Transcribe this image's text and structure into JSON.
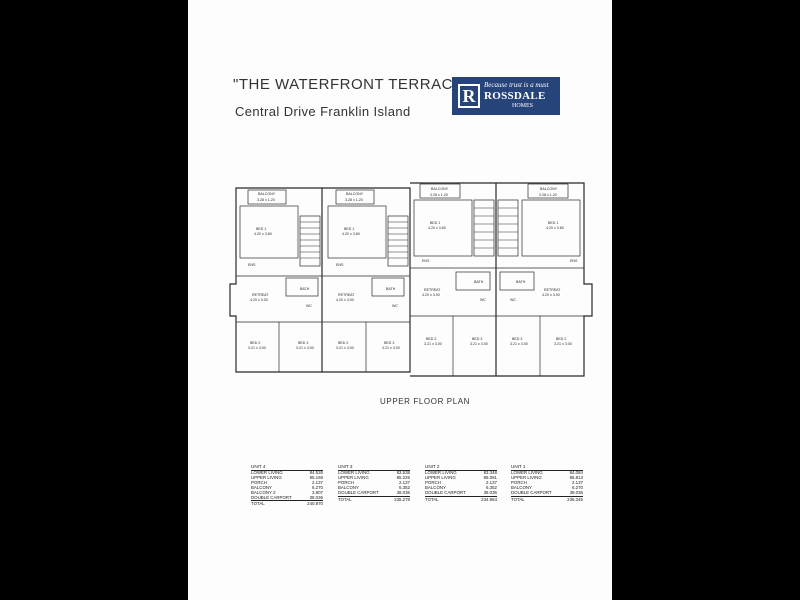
{
  "header": {
    "title": "\"THE WATERFRONT TERRACES\"",
    "subtitle": "Central Drive Franklin Island"
  },
  "logo": {
    "monogram": "R",
    "tagline": "Because trust is a must",
    "brand": "ROSSDALE",
    "sub": "HOMES"
  },
  "plan": {
    "title": "UPPER FLOOR PLAN",
    "rooms": {
      "balcony": "BALCONY",
      "balcony_size": "3.28 x 1.20",
      "bed1": "BED 1",
      "bed1_size": "4.20 x 3.60",
      "bed2": "BED 2",
      "bed2_size": "3.21 x 3.00",
      "bed3": "BED 3",
      "bed3_size": "3.21 x 3.00",
      "bath": "BATH",
      "retreat": "RETREAT",
      "retreat_size": "4.20 x 3.00",
      "wc": "WC",
      "ens": "ENS",
      "lin": "LIN"
    },
    "colors": {
      "ink": "#2a2a2a",
      "paper": "#fdfdfd"
    }
  },
  "schedules": [
    {
      "unit": "UNIT 4",
      "rows": [
        {
          "label": "LOWER LIVING",
          "value": "84.526"
        },
        {
          "label": "UPPER LIVING",
          "value": "95.169"
        },
        {
          "label": "PORCH",
          "value": "2.137"
        },
        {
          "label": "BALCONY",
          "value": "6.270"
        },
        {
          "label": "BALCONY 2",
          "value": "3.807"
        },
        {
          "label": "DOUBLE CARPORT",
          "value": "38.036"
        }
      ],
      "total_label": "TOTAL",
      "total": "240.870"
    },
    {
      "unit": "UNIT 3",
      "rows": [
        {
          "label": "LOWER LIVING",
          "value": "83.538"
        },
        {
          "label": "UPPER LIVING",
          "value": "85.225"
        },
        {
          "label": "PORCH",
          "value": "2.137"
        },
        {
          "label": "BALCONY",
          "value": "6.352"
        },
        {
          "label": "DOUBLE CARPORT",
          "value": "38.036"
        }
      ],
      "total_label": "TOTAL",
      "total": "235.278"
    },
    {
      "unit": "UNIT 2",
      "rows": [
        {
          "label": "LOWER LIVING",
          "value": "83.348"
        },
        {
          "label": "UPPER LIVING",
          "value": "85.081"
        },
        {
          "label": "PORCH",
          "value": "2.137"
        },
        {
          "label": "BALCONY",
          "value": "6.352"
        },
        {
          "label": "DOUBLE CARPORT",
          "value": "38.036"
        }
      ],
      "total_label": "TOTAL",
      "total": "234.954"
    },
    {
      "unit": "UNIT 1",
      "rows": [
        {
          "label": "LOWER LIVING",
          "value": "84.084"
        },
        {
          "label": "UPPER LIVING",
          "value": "95.813"
        },
        {
          "label": "PORCH",
          "value": "2.137"
        },
        {
          "label": "BALCONY",
          "value": "6.270"
        },
        {
          "label": "DOUBLE CARPORT",
          "value": "38.036"
        }
      ],
      "total_label": "TOTAL",
      "total": "236.345"
    }
  ]
}
